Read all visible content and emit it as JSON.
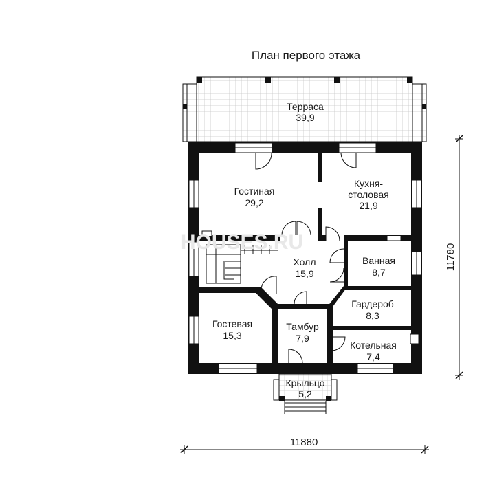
{
  "title": "План первого этажа",
  "rooms": [
    {
      "key": "terrace",
      "name": "Терраса",
      "area": "39,9"
    },
    {
      "key": "living",
      "name": "Гостиная",
      "area": "29,2"
    },
    {
      "key": "kitchen",
      "name": "Кухня-",
      "name2": "столовая",
      "area": "21,9"
    },
    {
      "key": "hall",
      "name": "Холл",
      "area": "15,9"
    },
    {
      "key": "bath",
      "name": "Ванная",
      "area": "8,7"
    },
    {
      "key": "wardrobe",
      "name": "Гардероб",
      "area": "8,3"
    },
    {
      "key": "guest",
      "name": "Гостевая",
      "area": "15,3"
    },
    {
      "key": "vestibule",
      "name": "Тамбур",
      "area": "7,9"
    },
    {
      "key": "boiler",
      "name": "Котельная",
      "area": "7,4"
    },
    {
      "key": "porch",
      "name": "Крыльцо",
      "area": "5,2"
    }
  ],
  "dimensions": {
    "width": "11880",
    "depth": "11780"
  },
  "watermark": "HOUSES.RU",
  "colors": {
    "wall": "#111111",
    "terrace_grid": "#cfcfcf"
  }
}
